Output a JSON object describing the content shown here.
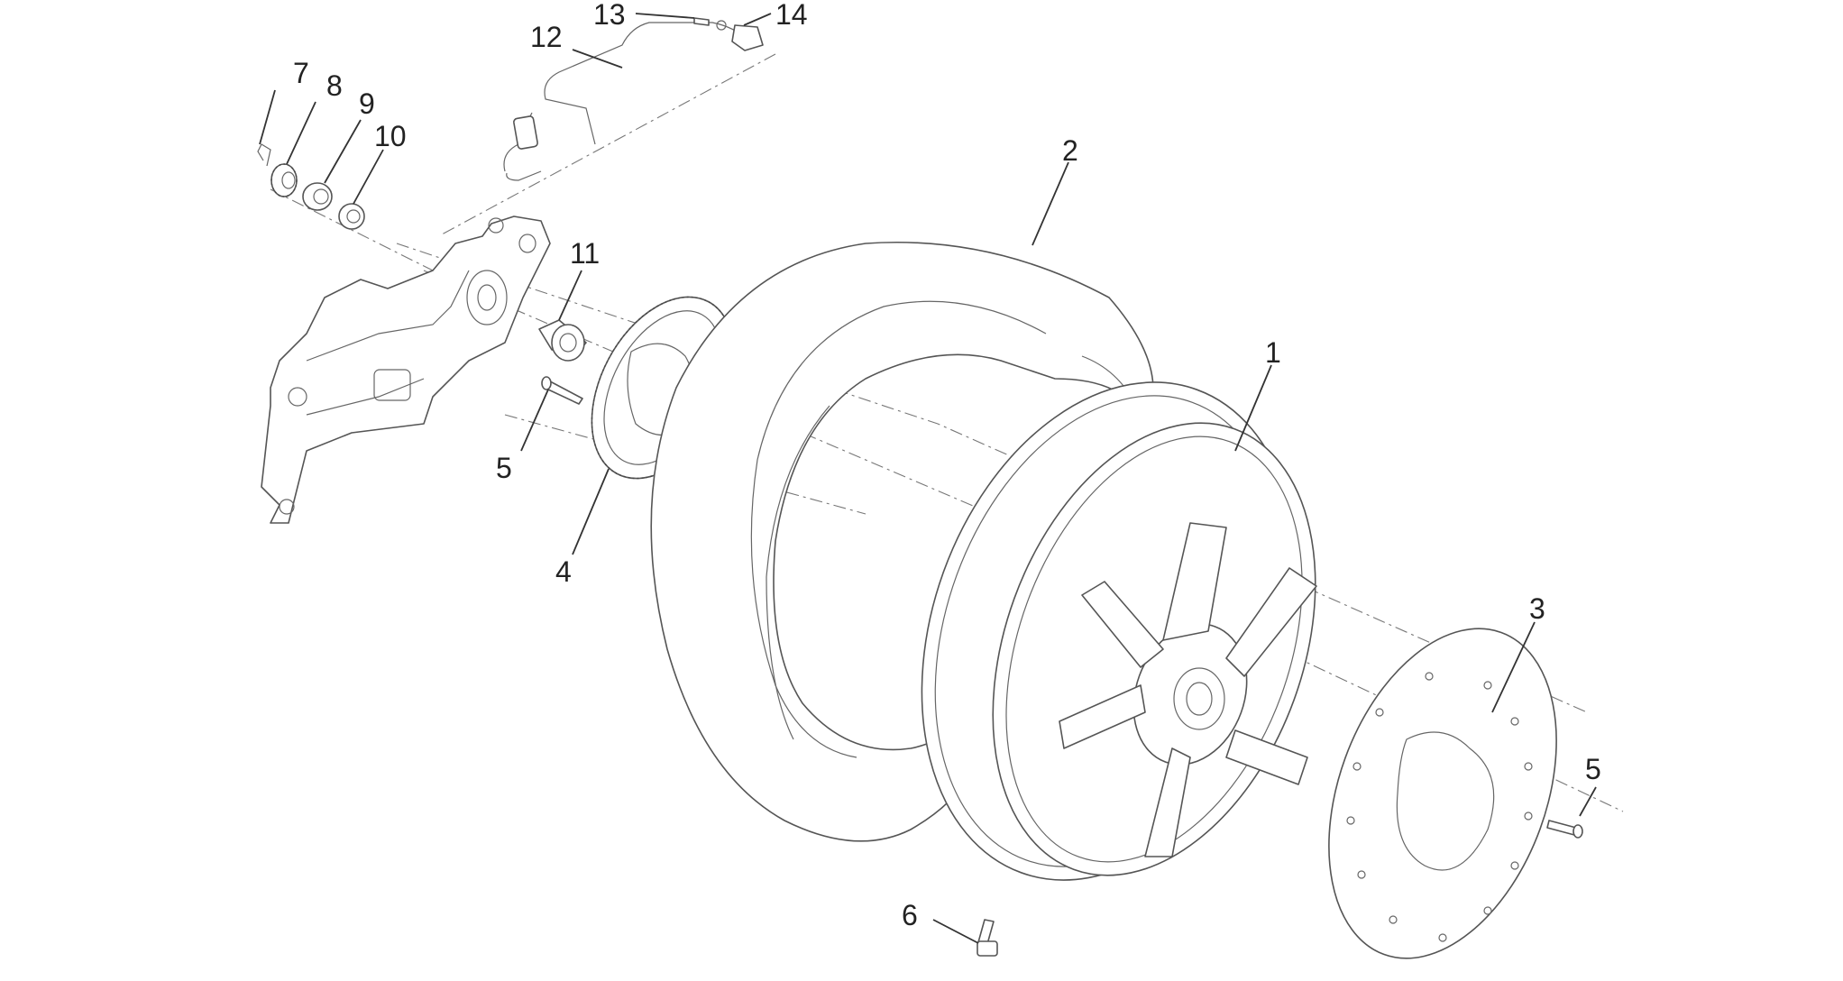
{
  "callouts": [
    {
      "id": "1",
      "label": "1"
    },
    {
      "id": "2",
      "label": "2"
    },
    {
      "id": "3",
      "label": "3"
    },
    {
      "id": "4",
      "label": "4"
    },
    {
      "id": "5a",
      "label": "5"
    },
    {
      "id": "5b",
      "label": "5"
    },
    {
      "id": "6",
      "label": "6"
    },
    {
      "id": "7",
      "label": "7"
    },
    {
      "id": "8",
      "label": "8"
    },
    {
      "id": "9",
      "label": "9"
    },
    {
      "id": "10",
      "label": "10"
    },
    {
      "id": "11",
      "label": "11"
    },
    {
      "id": "12",
      "label": "12"
    },
    {
      "id": "13",
      "label": "13"
    },
    {
      "id": "14",
      "label": "14"
    }
  ],
  "colors": {
    "line": "#555555",
    "background": "#ffffff",
    "text": "#222222"
  }
}
